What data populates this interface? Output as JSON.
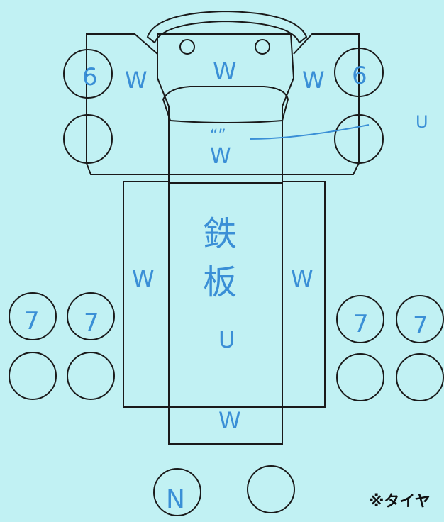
{
  "colors": {
    "background": "#c1f1f3",
    "outline": "#1a1a1a",
    "handwriting": "#3a8fd6"
  },
  "handwriting": {
    "front_left_tire": "6",
    "front_right_tire": "6",
    "front_left_arch": "W",
    "hood": "W",
    "front_right_arch": "W",
    "dash_marks": "“”",
    "cab_floor": "W",
    "right_annotation": "U",
    "bed_label_top": "鉄",
    "bed_label_bottom": "板",
    "left_bed_side": "W",
    "right_bed_side": "W",
    "bed_center": "U",
    "rear_bumper": "W",
    "rear_left_outer_tire": "7",
    "rear_left_inner_tire": "7",
    "rear_right_inner_tire": "7",
    "rear_right_outer_tire": "7",
    "spare_tire": "N"
  },
  "footnote": "※タイヤ"
}
